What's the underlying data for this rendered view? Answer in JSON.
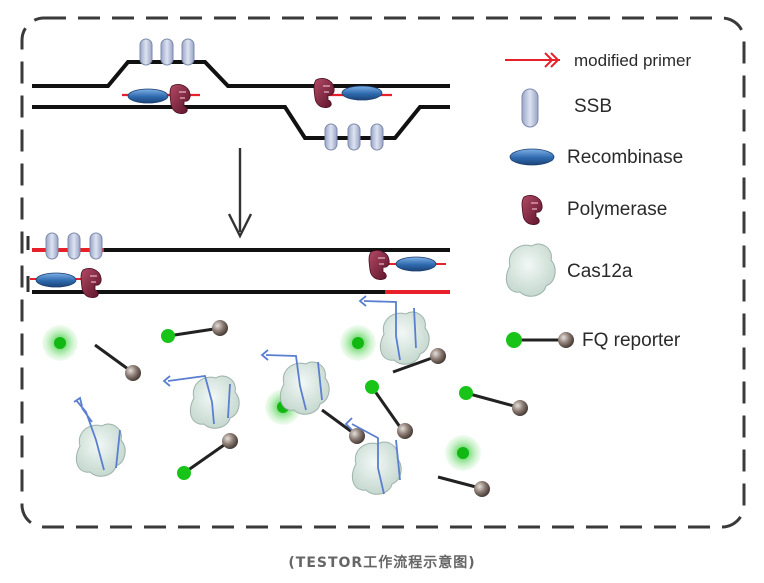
{
  "legend": {
    "modified_primer": "modified primer",
    "ssb": "SSB",
    "recombinase": "Recombinase",
    "polymerase": "Polymerase",
    "cas12a": "Cas12a",
    "fq_reporter": "FQ reporter"
  },
  "caption": "(TESTOR工作流程示意图)",
  "colors": {
    "dna_strand": "#111111",
    "primer": "#e8202a",
    "ssb": "#b8c3de",
    "recombinase": "#3a74b8",
    "polymerase": "#7a1f3a",
    "cas12a": "#d7e6e0",
    "crrna": "#5a7fd0",
    "fluorophore": "#1fc01f",
    "quencher": "#7a6a62",
    "frame": "#3a3a3a"
  },
  "icons": [
    "ssb-icon",
    "recombinase-icon",
    "polymerase-icon",
    "cas12a-icon",
    "fq-reporter-icon",
    "primer-arrow-icon",
    "down-arrow-icon"
  ]
}
